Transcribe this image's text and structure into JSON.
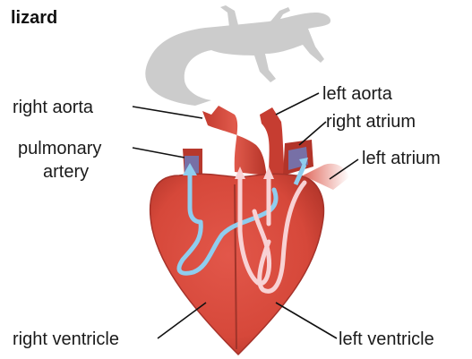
{
  "title": "lizard",
  "labels": {
    "right_aorta": "right aorta",
    "pulmonary_artery_line1": "pulmonary",
    "pulmonary_artery_line2": "artery",
    "left_aorta": "left aorta",
    "right_atrium": "right atrium",
    "left_atrium": "left atrium",
    "right_ventricle": "right ventricle",
    "left_ventricle": "left ventricle"
  },
  "colors": {
    "heart_red": "#d6483a",
    "heart_dark": "#9f2a20",
    "silhouette_gray": "#cccccc",
    "deoxygenated_blue": "#8fcdee",
    "oxygenated_pink": "#f8d2d4",
    "atrium_purple": "#7770a6"
  }
}
